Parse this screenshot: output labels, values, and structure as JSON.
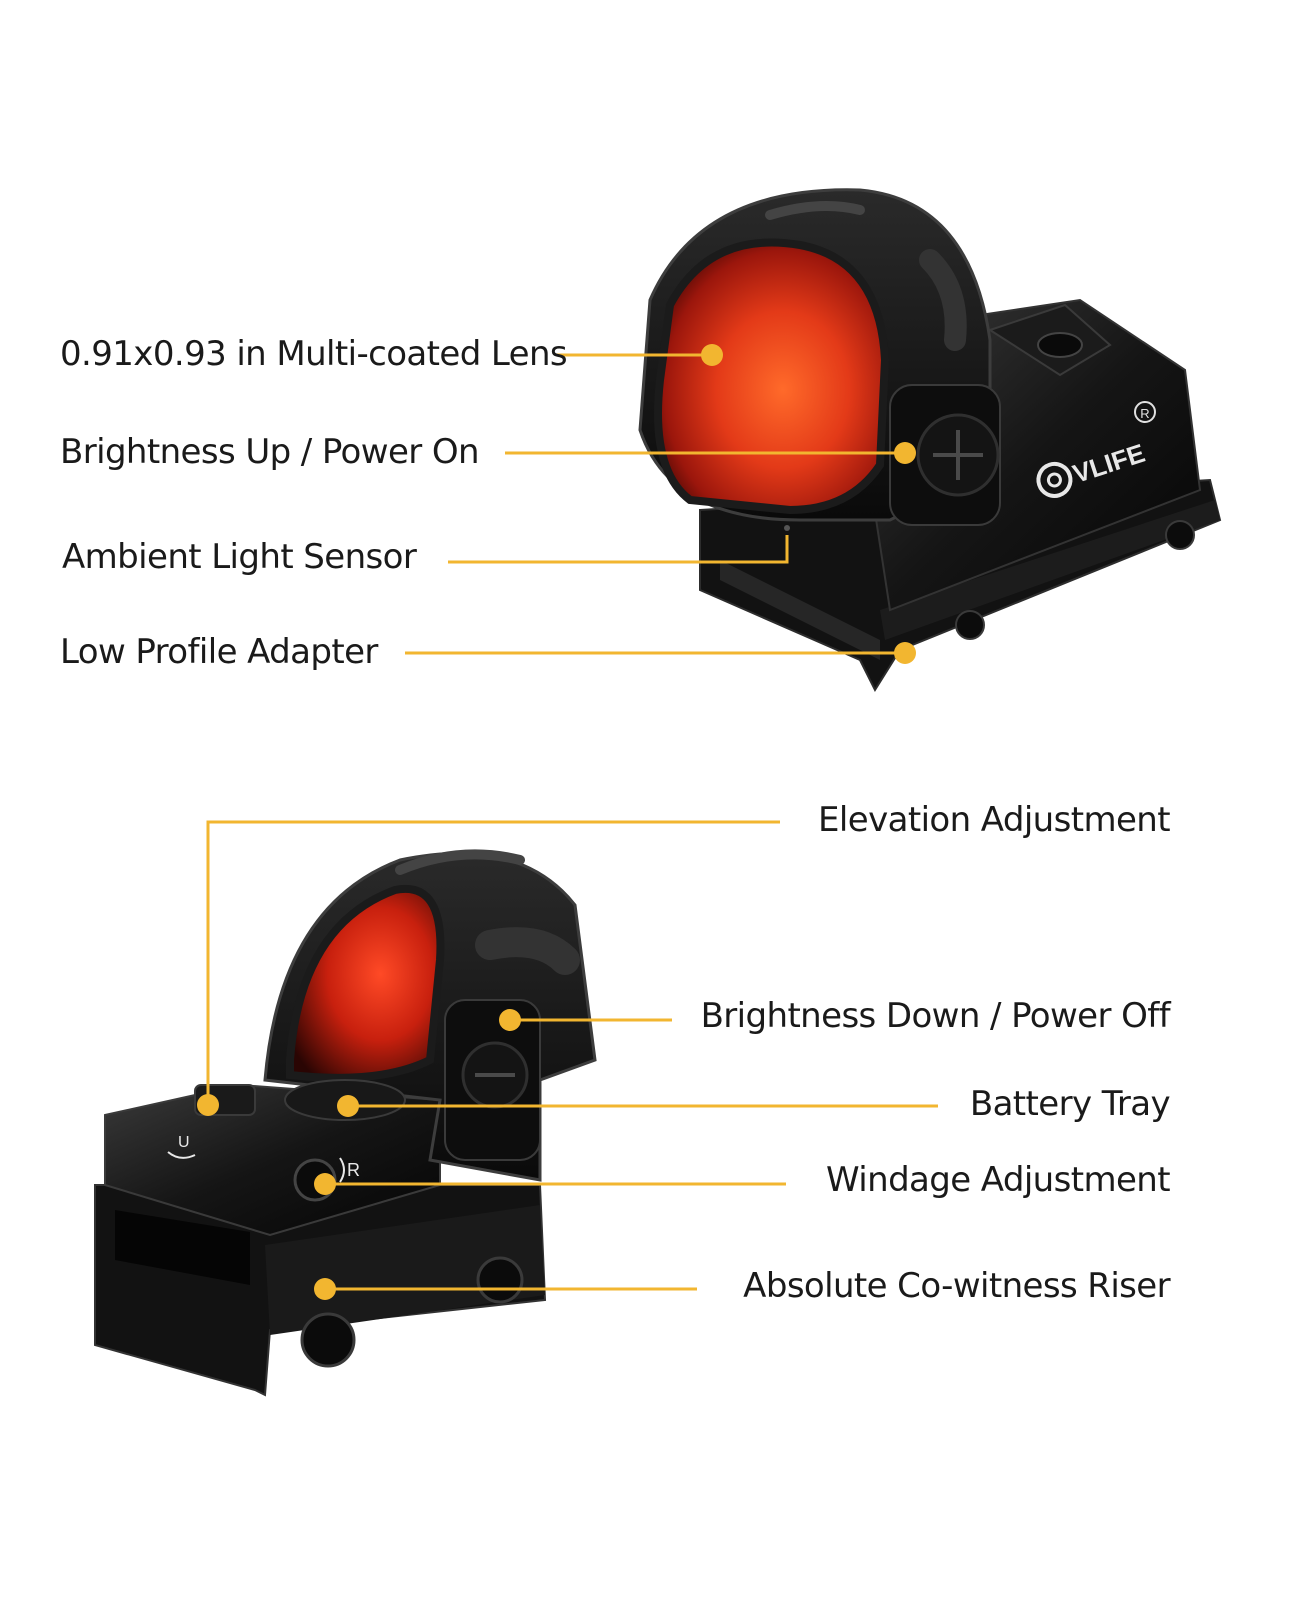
{
  "top_view": {
    "lens_label": "0.91x0.93 in  Multi-coated Lens",
    "brightness_up_label": "Brightness Up / Power On",
    "light_sensor_label": "Ambient Light Sensor",
    "adapter_label": "Low Profile Adapter"
  },
  "bottom_view": {
    "elevation_label": "Elevation Adjustment",
    "brightness_down_label": "Brightness Down / Power Off",
    "battery_label": "Battery Tray",
    "windage_label": "Windage Adjustment",
    "riser_label": "Absolute Co-witness Riser"
  },
  "brand": {
    "logo_text": "VLIFE",
    "registered_mark": "R"
  },
  "adjust_marks": {
    "up": "U",
    "right": "R"
  },
  "colors": {
    "callout": "#f2b630",
    "body": "#111111",
    "lens": "#d8351a"
  }
}
